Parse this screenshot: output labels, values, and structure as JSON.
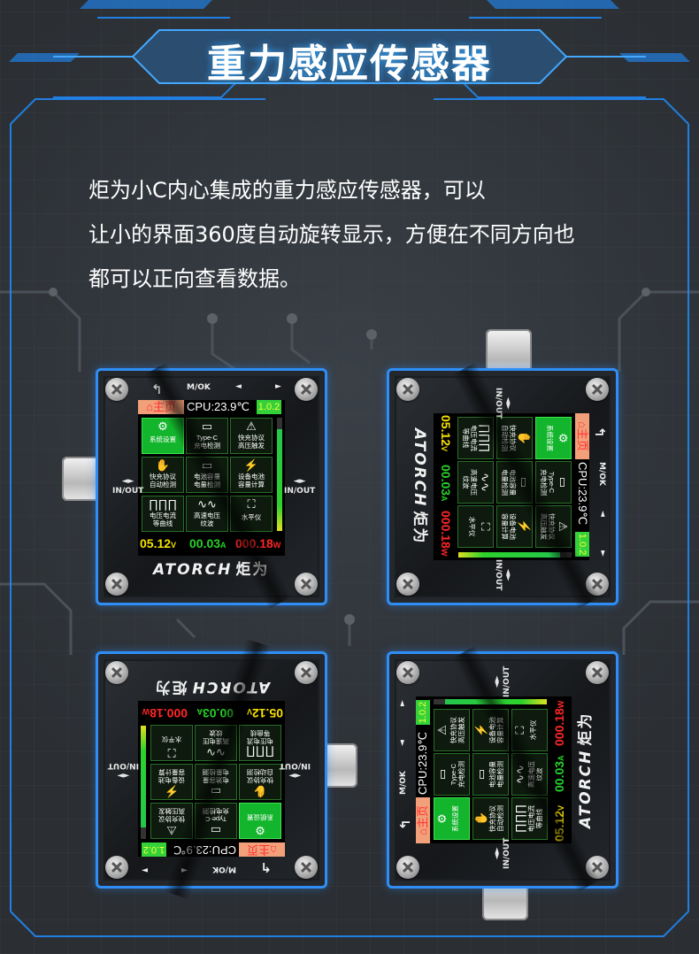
{
  "title": "重力感应传感器",
  "description": {
    "line1": "炬为小C内心集成的重力感应传感器，可以",
    "line2": "让小的界面360度自动旋转显示，方便在不同方向也",
    "line3": "都可以正向查看数据。"
  },
  "device": {
    "brand": "ATORCH",
    "brand_cn": "炬为",
    "labels": {
      "mok": "M/OK",
      "inout": "IN/OUT",
      "left_arrow": "◄",
      "right_arrow": "►",
      "up_arrow": "▲",
      "down_arrow": "▼",
      "left_right": "◄►",
      "up_down": "▲▼",
      "back": "↰"
    },
    "screen": {
      "home": "主页",
      "cpu": "CPU:23.9℃",
      "version": "1.0.2",
      "voltage": "05.12",
      "voltage_unit": "V",
      "current": "00.03",
      "current_unit": "A",
      "power": "000.18",
      "power_unit": "W",
      "meter_level": 0.9,
      "tiles": [
        {
          "icon": "gear-icon",
          "glyph": "⚙",
          "label": "系统设置"
        },
        {
          "icon": "usb-c-icon",
          "glyph": "▭",
          "label": "Type-C 充电检测"
        },
        {
          "icon": "warning-icon",
          "glyph": "⚠",
          "label": "快充协议 高压触发"
        },
        {
          "icon": "handshake-icon",
          "glyph": "✋",
          "label": "快充协议 自动检测"
        },
        {
          "icon": "battery-icon",
          "glyph": "▭",
          "label": "电池容量 电量检测"
        },
        {
          "icon": "battery-charge-icon",
          "glyph": "⚡",
          "label": "设备电池 容量计算"
        },
        {
          "icon": "waveform-icon",
          "glyph": "∏∏∏",
          "label": "电压电流 等曲线"
        },
        {
          "icon": "ripple-icon",
          "glyph": "∿∿",
          "label": "高速电压 纹波"
        },
        {
          "icon": "level-icon",
          "glyph": "⛶",
          "label": "水平仪"
        }
      ]
    }
  }
}
